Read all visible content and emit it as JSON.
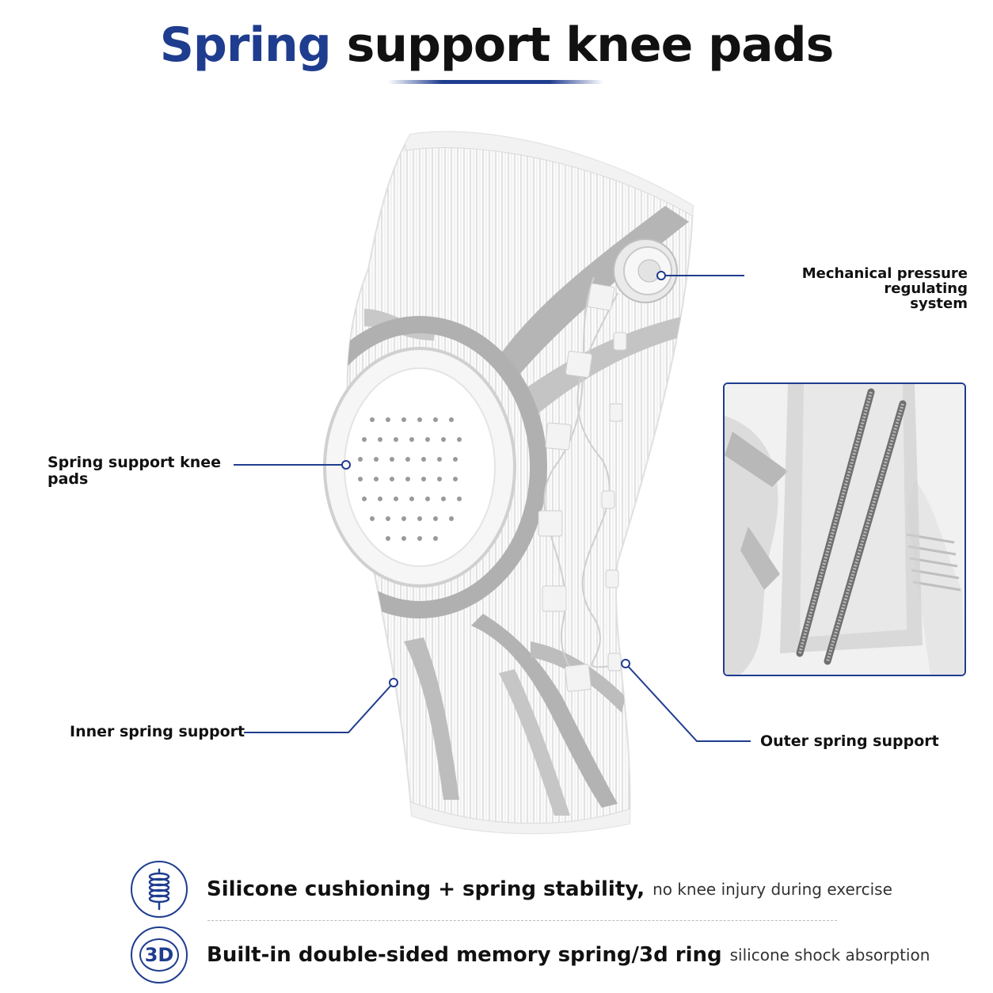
{
  "header": {
    "title_accent": "Spring",
    "title_rest": "support knee pads",
    "accent_color": "#1f3d8f"
  },
  "callouts": {
    "mechanical_line1": "Mechanical pressure regulating",
    "mechanical_line2": "system",
    "pad_line1": "Spring support knee",
    "pad_line2": "pads",
    "inner": "Inner spring support",
    "outer": "Outer spring support"
  },
  "features": [
    {
      "icon": "coil-spring-icon",
      "strong": "Silicone cushioning + spring stability,",
      "light": "no knee injury during exercise"
    },
    {
      "icon": "3d-badge-icon",
      "icon_text": "3D",
      "strong": "Built-in double-sided memory spring/3d ring",
      "light": "silicone shock absorption"
    }
  ]
}
